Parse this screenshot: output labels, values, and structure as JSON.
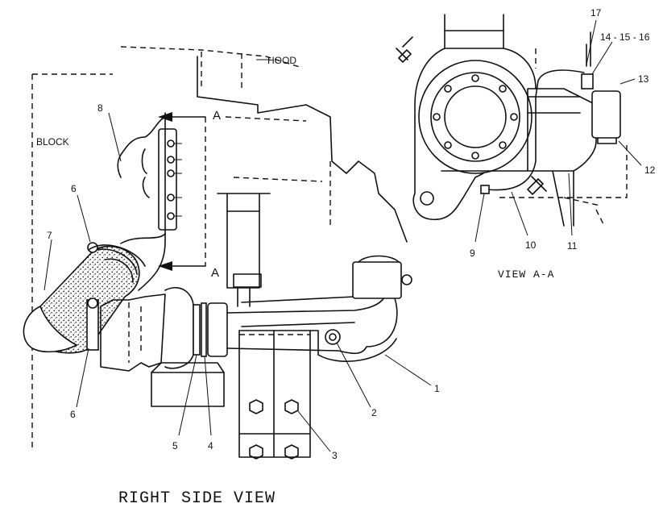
{
  "labels": {
    "hood": "HOOD",
    "block": "BLOCK",
    "section_a_top": "A",
    "section_a_bottom": "A",
    "right_side_view": "RIGHT SIDE VIEW",
    "view_a_a": "VIEW A-A"
  },
  "callouts": {
    "c1": "1",
    "c2": "2",
    "c3": "3",
    "c4": "4",
    "c5": "5",
    "c6a": "6",
    "c6b": "6",
    "c7": "7",
    "c8": "8",
    "c9": "9",
    "c10": "10",
    "c11": "11",
    "c12": "12",
    "c13": "13",
    "c14_15_16": "14 - 15 - 16",
    "c17": "17"
  },
  "colors": {
    "ink": "#111111",
    "paper": "#ffffff"
  }
}
